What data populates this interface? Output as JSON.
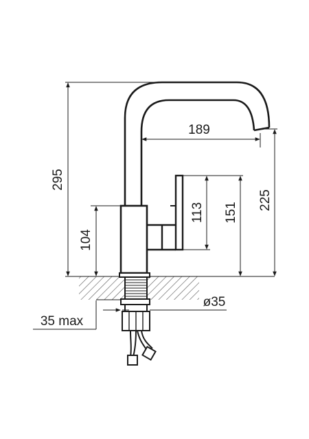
{
  "dimensions": {
    "total_height": "295",
    "reach": "189",
    "spout_height": "225",
    "lever_lower": "113",
    "lever_upper": "151",
    "body_height": "104",
    "mount_diameter": "ø35",
    "max_counter_thickness": "35 max"
  }
}
